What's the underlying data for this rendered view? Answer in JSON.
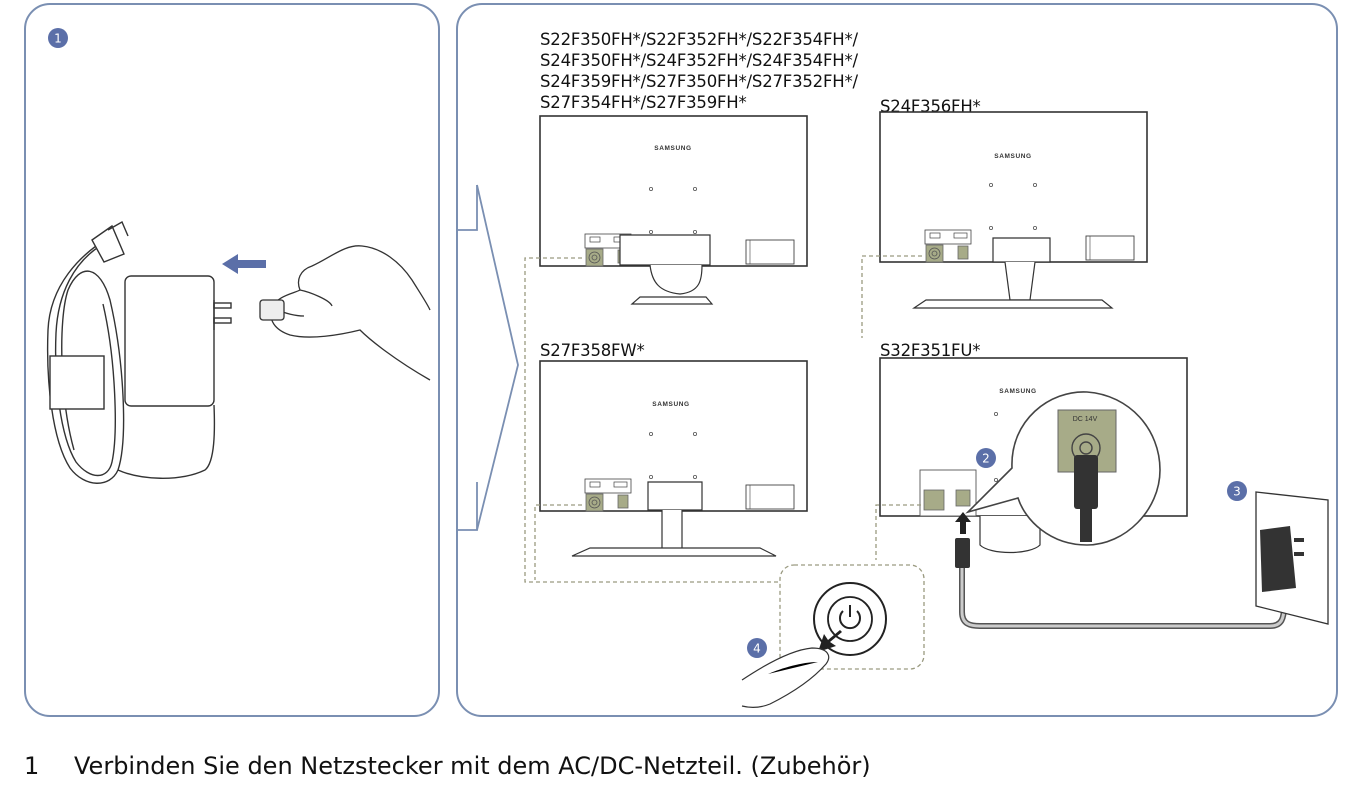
{
  "models": {
    "group_a_lines": [
      "S22F350FH*/S22F352FH*/S22F354FH*/",
      "S24F350FH*/S24F352FH*/S24F354FH*/",
      "S24F359FH*/S27F350FH*/S27F352FH*/",
      "S27F354FH*/S27F359FH*"
    ],
    "s24f356": "S24F356FH*",
    "s27f358": "S27F358FW*",
    "s32f351": "S32F351FU*"
  },
  "brand": "SAMSUNG",
  "port_label": "DC 14V",
  "badges": {
    "b1": "1",
    "b2": "2",
    "b3": "3",
    "b4": "4"
  },
  "instruction": {
    "number": "1",
    "text": "Verbinden Sie den Netzstecker mit dem AC/DC-Netzteil. (Zubehör)"
  },
  "colors": {
    "panel_border": "#7a8fb2",
    "badge": "#5b6fa8",
    "arrow": "#5b6fa8",
    "port_olive": "#a7ab88",
    "dashed_line": "#9a9a80"
  }
}
